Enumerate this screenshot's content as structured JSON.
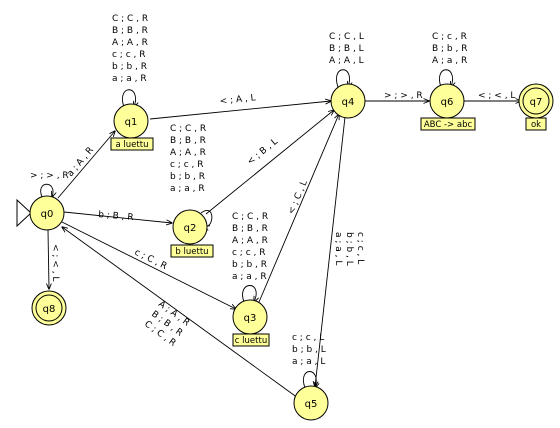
{
  "colors": {
    "state_fill": "#ffff99",
    "stroke": "#000000",
    "background": "#ffffff"
  },
  "states": {
    "q0": {
      "name": "q0",
      "initial": true,
      "final": false
    },
    "q1": {
      "name": "q1",
      "note": "a luettu"
    },
    "q2": {
      "name": "q2",
      "note": "b luettu"
    },
    "q3": {
      "name": "q3",
      "note": "c luettu"
    },
    "q4": {
      "name": "q4"
    },
    "q5": {
      "name": "q5"
    },
    "q6": {
      "name": "q6",
      "note": "ABC -> abc"
    },
    "q7": {
      "name": "q7",
      "final": true,
      "note": "ok"
    },
    "q8": {
      "name": "q8",
      "final": true
    }
  },
  "transitions": {
    "q1_loop": [
      "C ; C , R",
      "B ; B , R",
      "A ; A , R",
      "c ; c , R",
      "b ; b , R",
      "a ; a , R"
    ],
    "q2_loop": [
      "C ; C , R",
      "B ; B , R",
      "A ; A , R",
      "c ; c , R",
      "b ; b , R",
      "a ; a , R"
    ],
    "q3_loop": [
      "C ; C , R",
      "B ; B , R",
      "A ; A , R",
      "c ; c , R",
      "b ; b , R",
      "a ; a , R"
    ],
    "q4_loop": [
      "C ; C , L",
      "B ; B , L",
      "A ; A , L"
    ],
    "q6_loop": [
      "C ; c , R",
      "B ; b , R",
      "A ; a , R"
    ],
    "q5_loop": [
      "c ; c , L",
      "b ; b , L",
      "a ; a , L"
    ],
    "q0_loop": "> ; > , R",
    "q0_q1": "a ; A , R",
    "q0_q2": "b ; B , R",
    "q0_q3": "c ; C , R",
    "q0_q8": "< ; < , L",
    "q1_q4": "< ; A , L",
    "q2_q4": "< ; B , L",
    "q3_q4": "< ; C , L",
    "q4_q5": [
      "a ; a , L",
      "b ; b , L",
      "c ; c , L"
    ],
    "q4_q6": "> ; > , R",
    "q6_q7": "< ; < , L",
    "q5_q0": [
      "A ; A , R",
      "B ; B , R",
      "C ; C , R"
    ]
  }
}
